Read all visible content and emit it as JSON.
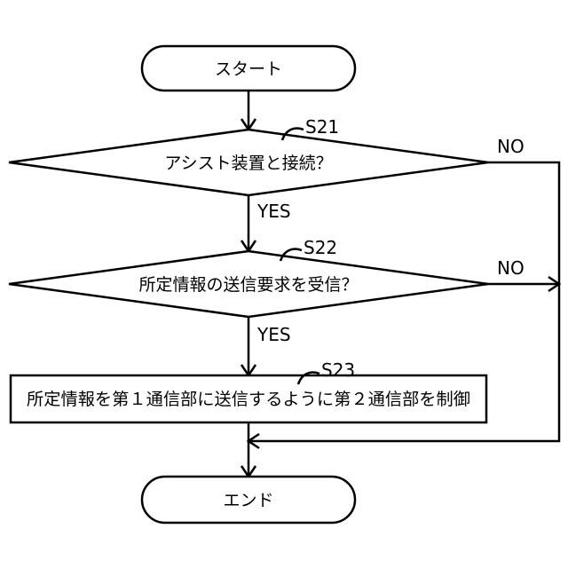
{
  "flowchart": {
    "start": {
      "label": "スタート"
    },
    "decision1": {
      "label": "アシスト装置と接続？",
      "step": "S21",
      "no_label": "NO",
      "yes_label": "YES"
    },
    "decision2": {
      "label": "所定情報の送信要求を受信？",
      "step": "S22",
      "no_label": "NO",
      "yes_label": "YES"
    },
    "process1": {
      "label": "所定情報を第１通信部に送信するように第２通信部を制御",
      "step": "S23"
    },
    "end": {
      "label": "エンド"
    }
  }
}
